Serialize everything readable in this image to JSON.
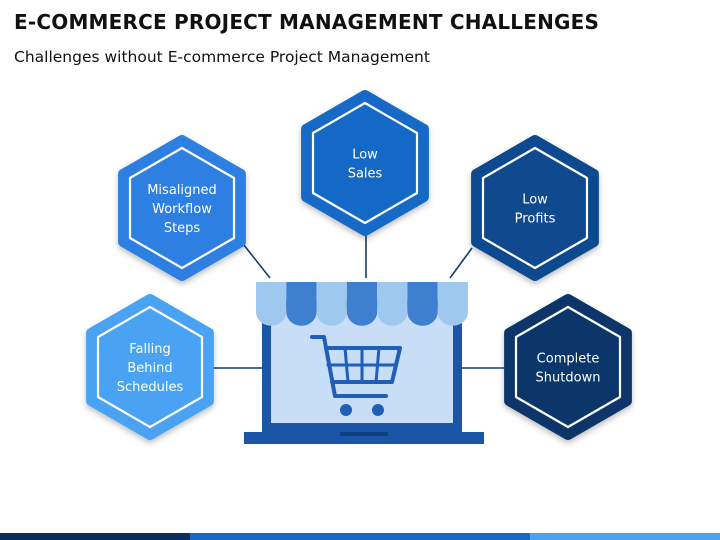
{
  "title": "E-COMMERCE PROJECT MANAGEMENT CHALLENGES",
  "subtitle": "Challenges without E-commerce Project Management",
  "challenges": [
    {
      "id": "misaligned",
      "lines": [
        "Misaligned",
        "Workflow",
        "Steps"
      ],
      "color": "#2e7fe2"
    },
    {
      "id": "low-sales",
      "lines": [
        "Low",
        "Sales"
      ],
      "color": "#1469c6"
    },
    {
      "id": "low-profits",
      "lines": [
        "Low",
        "Profits"
      ],
      "color": "#11498f"
    },
    {
      "id": "falling-behind",
      "lines": [
        "Falling",
        "Behind",
        "Schedules"
      ],
      "color": "#4aa3f2"
    },
    {
      "id": "complete-shutdown",
      "lines": [
        "Complete",
        "Shutdown"
      ],
      "color": "#0b3669"
    }
  ],
  "center_icon": "laptop-storefront-cart-icon",
  "colors": {
    "laptop_frame": "#1a55a8",
    "screen": "#c8ddf6",
    "awning_light": "#9fc8ee",
    "awning_dark": "#3f7fcf",
    "cart": "#1f5fba",
    "connector": "#163a6b"
  }
}
